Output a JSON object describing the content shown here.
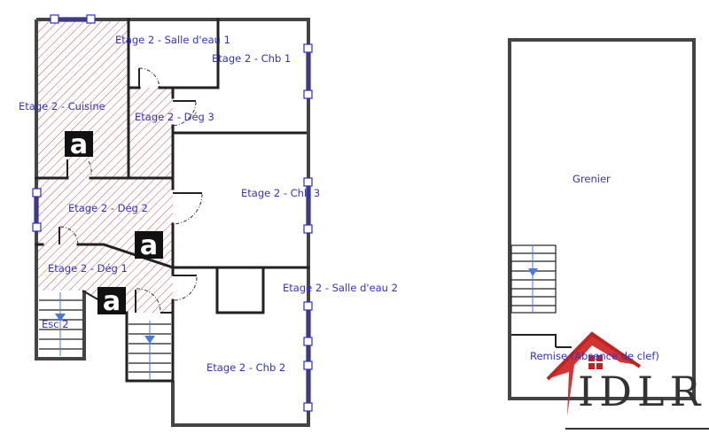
{
  "plan_left": {
    "rooms": {
      "salle_eau_1": "Etage 2 - Salle d'eau 1",
      "chb_1": "Etage 2 - Chb 1",
      "cuisine": "Etage 2 - Cuisine",
      "deg_3": "Etage 2 - Dég 3",
      "deg_2": "Etage 2 - Dég 2",
      "chb_3": "Etage 2 - Chb 3",
      "deg_1": "Etage 2 - Dég 1",
      "salle_eau_2": "Etage 2 - Salle d'eau 2",
      "esc_2": "Esc 2",
      "chb_2": "Etage 2 - Chb 2"
    },
    "marker_letter": "a"
  },
  "plan_right": {
    "rooms": {
      "grenier": "Grenier",
      "remise": "Remise (Absence de clef)"
    }
  },
  "logo": {
    "text": "IDLR"
  },
  "colors": {
    "label": "#3232c8",
    "hatch": "#c04040",
    "window": "#2a2ae0",
    "stair_arrow": "#4a7ae0",
    "logo_red": "#c8201e"
  }
}
